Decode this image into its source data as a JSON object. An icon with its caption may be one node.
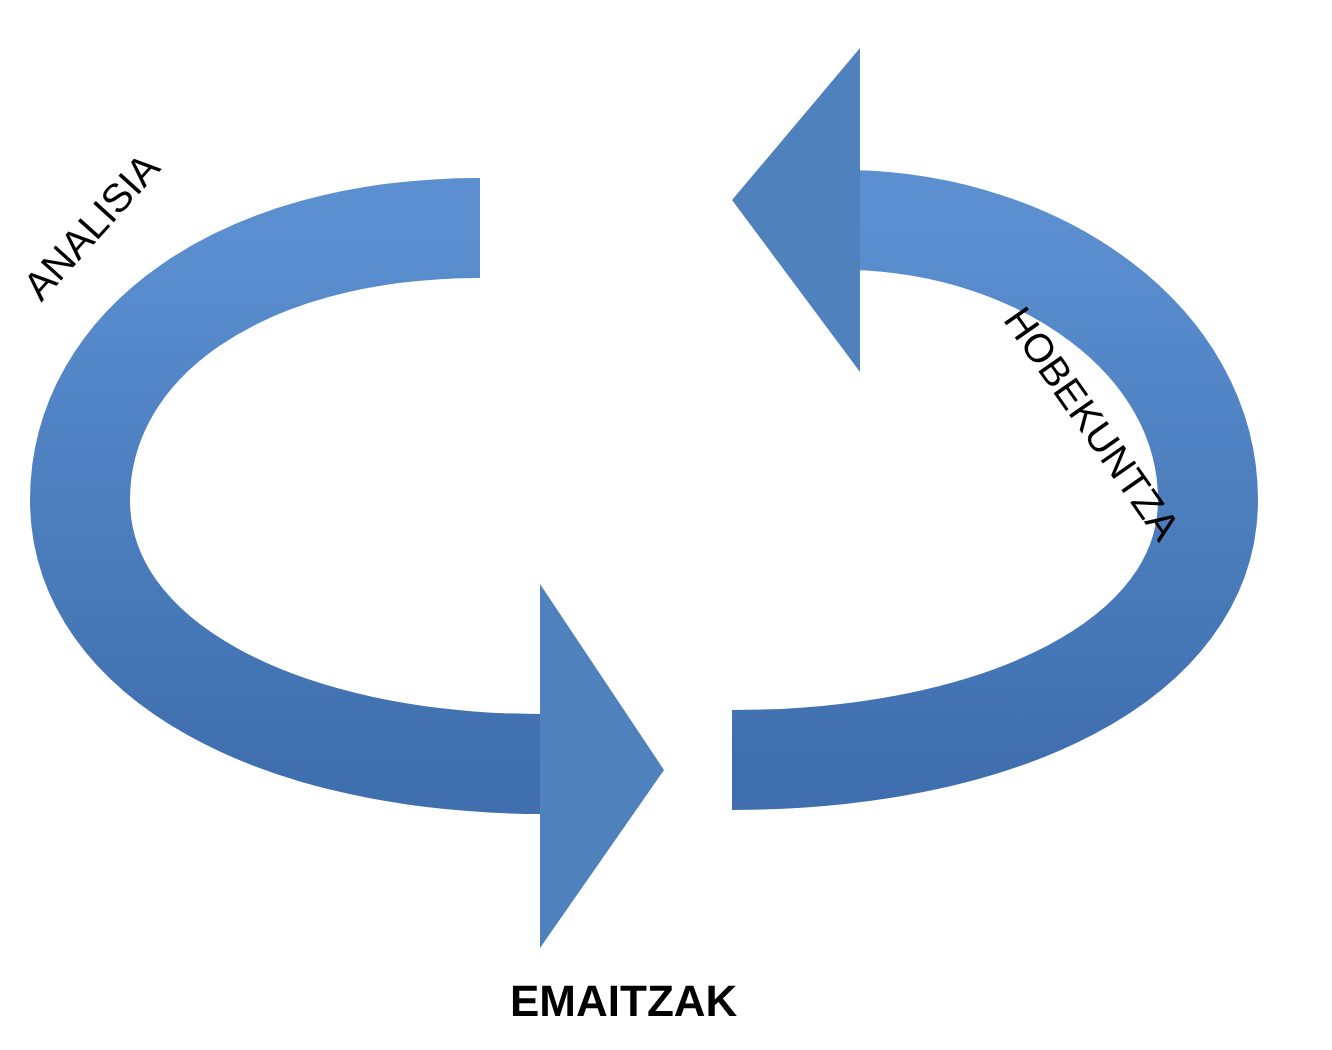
{
  "diagram": {
    "labels": [
      "ANALISIA",
      "HOBEKUNTZA",
      "EMAITZAK"
    ]
  }
}
